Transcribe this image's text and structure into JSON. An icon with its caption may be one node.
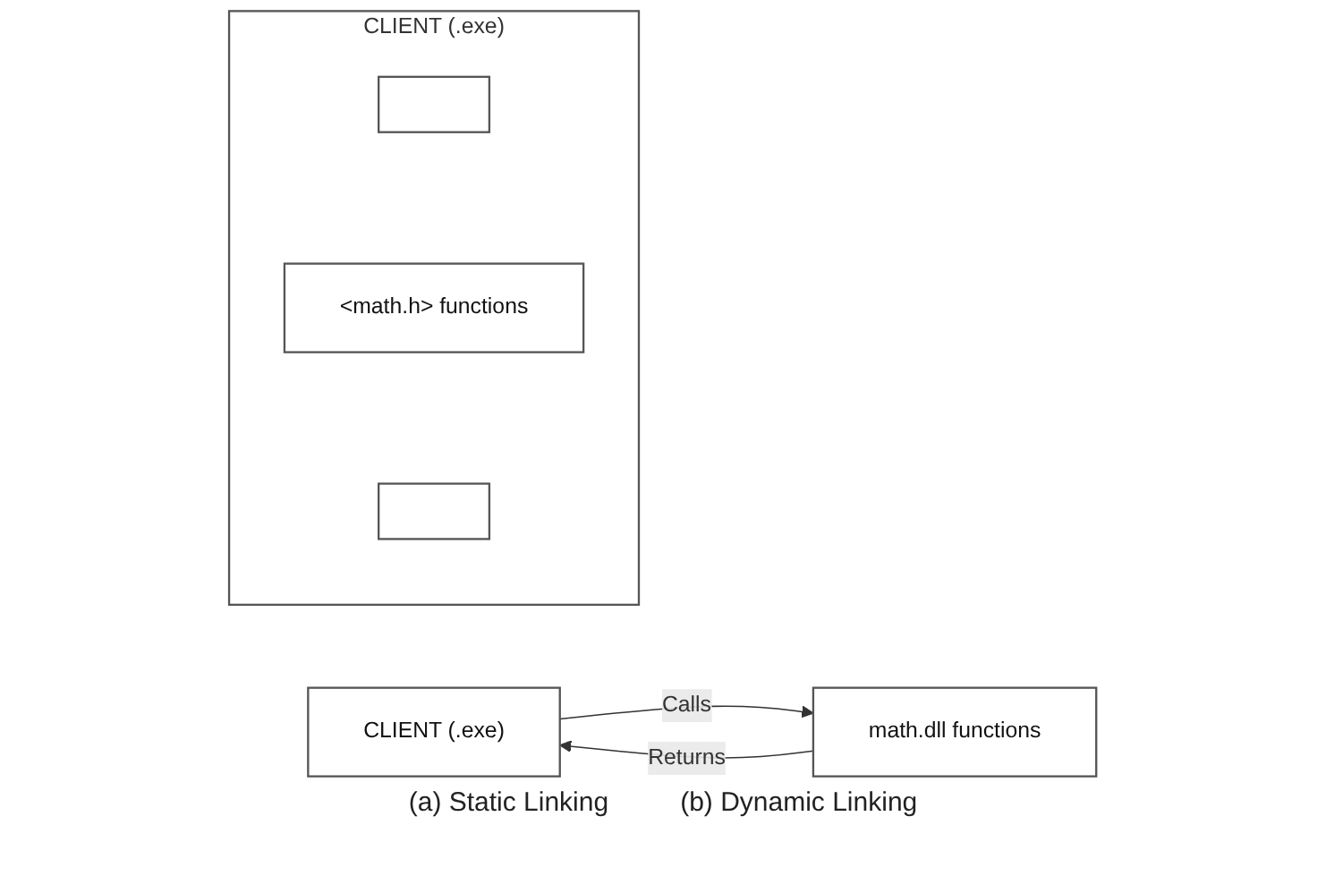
{
  "diagram": {
    "nodes": [
      {
        "text": [
          "CLIENT (.exe)"
        ]
      },
      {
        "text": [],
        "shape": "box",
        "in": 0
      },
      {
        "text": [
          "<math.h> functions"
        ],
        "in": 0
      },
      {
        "text": [],
        "shape": "box",
        "in": 0
      },
      {
        "text": [
          "CLIENT (.exe)"
        ]
      },
      {
        "text": [
          "math.dll functions"
        ]
      }
    ],
    "edges": [
      {
        "from": 4,
        "to": 5,
        "arrow": "to",
        "label": "Calls"
      },
      {
        "from": 5,
        "to": 4,
        "arrow": "to",
        "label": "Returns"
      }
    ],
    "labels": [
      "(a) Static Linking",
      "(b) Dynamic Linking"
    ]
  }
}
